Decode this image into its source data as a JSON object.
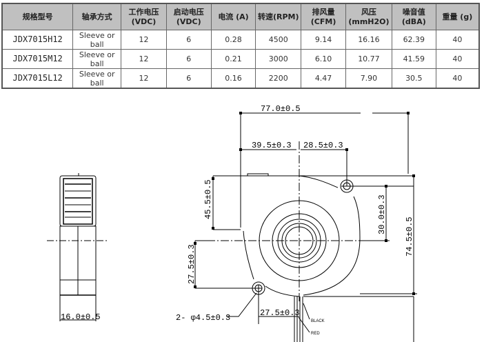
{
  "table": {
    "headers": [
      {
        "line1": "规格型号",
        "line2": ""
      },
      {
        "line1": "轴承方式",
        "line2": ""
      },
      {
        "line1": "工作电压",
        "line2": "(VDC)"
      },
      {
        "line1": "启动电压",
        "line2": "(VDC)"
      },
      {
        "line1": "电流 (A)",
        "line2": ""
      },
      {
        "line1": "转速(RPM)",
        "line2": ""
      },
      {
        "line1": "排风量",
        "line2": "(CFM)"
      },
      {
        "line1": "风压",
        "line2": "(mmH2O)"
      },
      {
        "line1": "噪音值",
        "line2": "(dBA)"
      },
      {
        "line1": "重量 (g)",
        "line2": ""
      }
    ],
    "rows": [
      {
        "model": "JDX7015H12",
        "bearing_l1": "Sleeve or",
        "bearing_l2": "ball",
        "work_voltage": "12",
        "start_voltage": "6",
        "current": "0.28",
        "speed": "4500",
        "airflow": "9.14",
        "pressure": "16.16",
        "noise": "62.39",
        "weight": "40"
      },
      {
        "model": "JDX7015M12",
        "bearing_l1": "Sleeve or",
        "bearing_l2": "ball",
        "work_voltage": "12",
        "start_voltage": "6",
        "current": "0.21",
        "speed": "3000",
        "airflow": "6.10",
        "pressure": "10.77",
        "noise": "41.59",
        "weight": "40"
      },
      {
        "model": "JDX7015L12",
        "bearing_l1": "Sleeve or",
        "bearing_l2": "ball",
        "work_voltage": "12",
        "start_voltage": "6",
        "current": "0.16",
        "speed": "2200",
        "airflow": "4.47",
        "pressure": "7.90",
        "noise": "30.5",
        "weight": "40"
      }
    ]
  },
  "drawing": {
    "side_view": {
      "width_dim": "16.0±0.5"
    },
    "front_view": {
      "overall_width": "77.0±0.5",
      "hub_offset_x": "39.5±0.3",
      "hole_offset_x": "28.5±0.3",
      "top_offset_y": "45.5±0.5",
      "hole_offset_y_right": "30.0±0.3",
      "overall_height": "74.5±0.5",
      "hole_offset_y_left": "27.5±0.3",
      "hole_offset_x_bottom": "27.5±0.3",
      "mount_holes": "2- φ4.5±0.3",
      "wire_black": "BLACK",
      "wire_red": "RED"
    }
  }
}
